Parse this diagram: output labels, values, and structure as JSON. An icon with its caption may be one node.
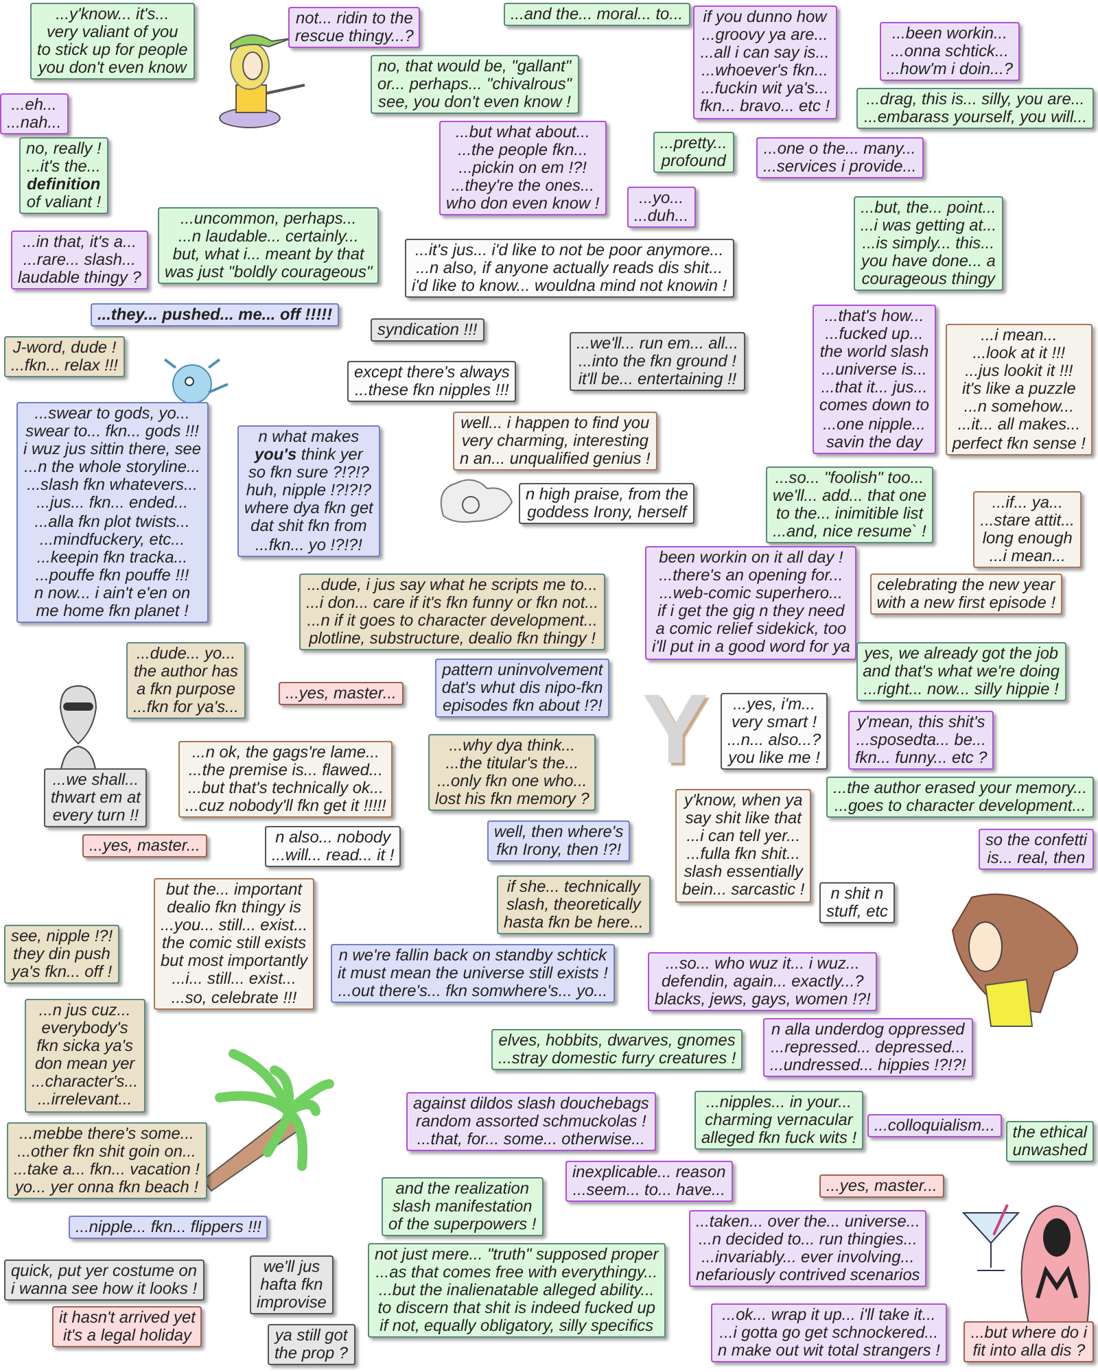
{
  "diagram": {
    "nodes": [
      {
        "text": [
          "...y'know... it's...",
          "very valiant of you",
          "to stick up for people",
          "you don't even know"
        ]
      },
      {
        "text": [
          "not... ridin to the",
          "rescue thingy...?"
        ]
      },
      {
        "text": [
          "...and the... moral... to..."
        ]
      },
      {
        "text": [
          "if you dunno how",
          "...groovy ya are...",
          "...all i can say is...",
          "...whoever's fkn...",
          "...fuckin wit ya's...",
          "fkn... bravo... etc !"
        ]
      },
      {
        "text": [
          "...been workin...",
          "...onna schtick...",
          "...how'm i doin...?"
        ]
      },
      {
        "text": [
          "no, that would be, \"gallant\"",
          "or... perhaps... \"chivalrous\"",
          "see, you don't even know !"
        ]
      },
      {
        "text": [
          "...eh...",
          "...nah..."
        ]
      },
      {
        "text": [
          "...drag, this is... silly, you are...",
          "...embarass yourself, you will..."
        ]
      },
      {
        "text": [
          "no, really !",
          "...it's the...",
          "definition",
          "of valiant !"
        ]
      },
      {
        "text": [
          "...but what about...",
          "...the people fkn...",
          "...pickin on em !?!",
          "...they're the ones...",
          "who don even know !"
        ]
      },
      {
        "text": [
          "...pretty...",
          "profound"
        ]
      },
      {
        "text": [
          "...one o the... many...",
          "...services i provide..."
        ]
      },
      {
        "text": [
          "...yo...",
          "...duh..."
        ]
      },
      {
        "text": [
          "...but, the... point...",
          "...i was getting at...",
          "...is simply... this...",
          "you have done... a",
          "courageous thingy"
        ]
      },
      {
        "text": [
          "...in that, it's a...",
          "...rare... slash...",
          "laudable thingy ?"
        ]
      },
      {
        "text": [
          "...uncommon, perhaps...",
          "...n laudable... certainly...",
          "but, what i... meant by that",
          "was just \"boldly courageous\""
        ]
      },
      {
        "text": [
          "...it's jus... i'd like to not be poor anymore...",
          "...n also, if anyone actually reads dis shit...",
          "i'd like to know... wouldna mind not knowin !"
        ]
      },
      {
        "text": [
          "...they... pushed... me... off !!!!!"
        ]
      },
      {
        "text": [
          "syndication !!!"
        ]
      },
      {
        "text": [
          "...we'll... run em... all...",
          "...into the fkn ground !",
          "it'll be... entertaining !!"
        ]
      },
      {
        "text": [
          "...that's how...",
          "...fucked up...",
          "the world slash",
          "...universe is...",
          "...that it... jus...",
          "comes down to",
          "...one nipple...",
          "savin the day"
        ]
      },
      {
        "text": [
          "...i mean...",
          "...look at it !!!",
          "...jus lookit it !!!",
          "it's like a puzzle",
          "...n somehow...",
          "...it... all makes...",
          "perfect fkn sense !"
        ]
      },
      {
        "text": [
          "J-word, dude !",
          "...fkn... relax !!!"
        ]
      },
      {
        "text": [
          "except there's always",
          "...these fkn nipples !!!"
        ]
      },
      {
        "text": [
          "...swear to gods, yo...",
          "swear to... fkn... gods !!!",
          "i wuz jus sittin there, see",
          "...n the whole storyline...",
          "...slash fkn whatevers...",
          "...jus... fkn... ended...",
          "...alla fkn plot twists...",
          "...mindfuckery, etc...",
          "...keepin fkn tracka...",
          "...pouffe fkn pouffe !!!",
          "n now... i ain't e'en on",
          "me home fkn planet !"
        ]
      },
      {
        "text": [
          "n what makes",
          "**you's** think yer",
          "so fkn sure ?!?!?",
          "huh, nipple !?!?!?",
          "where dya fkn get",
          "dat shit fkn from",
          "...fkn... yo !?!?!"
        ]
      },
      {
        "text": [
          "well... i happen to find you",
          "very charming, interesting",
          "n an... unqualified genius !"
        ]
      },
      {
        "text": [
          "n high praise, from the",
          "goddess Irony, herself"
        ]
      },
      {
        "text": [
          "...so... \"foolish\" too...",
          "we'll... add... that one",
          "to the... inimitible list",
          "...and, nice resume` !"
        ]
      },
      {
        "text": [
          "...if... ya...",
          "...stare attit...",
          "long enough",
          "...i mean..."
        ]
      },
      {
        "text": [
          "been workin on it all day !",
          "...there's an opening for...",
          "...web-comic superhero...",
          "if i get the gig n they need",
          "a comic relief sidekick, too",
          "i'll put in a good word for ya"
        ]
      },
      {
        "text": [
          "celebrating the new year",
          "with a new first episode !"
        ]
      },
      {
        "text": [
          "...dude, i jus say what he scripts me to...",
          "...i don... care if it's fkn funny or fkn not...",
          "...n if it goes to character development...",
          "plotline, substructure, dealio fkn thingy !"
        ]
      },
      {
        "text": [
          "yes, we already got the job",
          "and that's what we're doing",
          "...right... now... silly hippie !"
        ]
      },
      {
        "text": [
          "...dude... yo...",
          "the author has",
          "a fkn purpose",
          "...fkn for ya's..."
        ]
      },
      {
        "text": [
          "pattern uninvolvement",
          "dat's whut dis nipo-fkn",
          "episodes fkn about !?!"
        ]
      },
      {
        "text": [
          "...yes, master..."
        ]
      },
      {
        "text": [
          "...yes, i'm...",
          "very smart !",
          "...n... also...?",
          "you like me !"
        ]
      },
      {
        "text": [
          "y'mean, this shit's",
          "...sposedta... be...",
          "fkn... funny... etc ?"
        ]
      },
      {
        "text": [
          "...why dya think...",
          "...the titular's the...",
          "...only fkn one who...",
          "lost his fkn memory ?"
        ]
      },
      {
        "text": [
          "...n ok, the gags're lame...",
          "...the premise is... flawed...",
          "...but that's technically ok...",
          "...cuz nobody'll fkn get it !!!!!"
        ]
      },
      {
        "text": [
          "...we shall...",
          "thwart em at",
          "every turn !!"
        ]
      },
      {
        "text": [
          "...the author erased your memory...",
          "...goes to character development..."
        ]
      },
      {
        "text": [
          "y'know, when ya",
          "say shit like that",
          "...i can tell yer...",
          "...fulla fkn shit...",
          "slash essentially",
          "bein... sarcastic !"
        ]
      },
      {
        "text": [
          "n also... nobody",
          "...will... read... it !"
        ]
      },
      {
        "text": [
          "well, then where's",
          "fkn Irony, then !?!"
        ]
      },
      {
        "text": [
          "so the confetti",
          "is... real, then"
        ]
      },
      {
        "text": [
          "...yes, master..."
        ]
      },
      {
        "text": [
          "but the... important",
          "dealio fkn thingy is",
          "...you... still... exist...",
          "the comic still exists",
          "but most importantly",
          "...i... still... exist...",
          "...so, celebrate !!!"
        ]
      },
      {
        "text": [
          "if she... technically",
          "slash, theoretically",
          "hasta fkn be here..."
        ]
      },
      {
        "text": [
          "n shit n",
          "stuff, etc"
        ]
      },
      {
        "text": [
          "see, nipple !?!",
          "they din push",
          "ya's fkn... off !"
        ]
      },
      {
        "text": [
          "n we're fallin back on standby schtick",
          "it must mean the universe still exists !",
          "...out there's... fkn somwhere's... yo..."
        ]
      },
      {
        "text": [
          "...so... who wuz it... i wuz...",
          "defendin, again... exactly...?",
          "blacks, jews, gays, women !?!"
        ]
      },
      {
        "text": [
          "...n jus cuz...",
          "everybody's",
          "fkn sicka ya's",
          "don mean yer",
          "...character's...",
          "...irrelevant..."
        ]
      },
      {
        "text": [
          "elves, hobbits, dwarves, gnomes",
          "...stray domestic furry creatures !"
        ]
      },
      {
        "text": [
          "n alla underdog oppressed",
          "...repressed... depressed...",
          "...undressed... hippies !?!?!"
        ]
      },
      {
        "text": [
          "against dildos slash douchebags",
          "random assorted schmuckolas !",
          "...that, for... some... otherwise..."
        ]
      },
      {
        "text": [
          "...nipples... in your...",
          "charming vernacular",
          "alleged fkn fuck wits !"
        ]
      },
      {
        "text": [
          "...colloquialism..."
        ]
      },
      {
        "text": [
          "the ethical",
          "unwashed"
        ]
      },
      {
        "text": [
          "...mebbe there's some...",
          "...other fkn shit goin on...",
          "...take a... fkn... vacation !",
          "yo... yer onna fkn beach !"
        ]
      },
      {
        "text": [
          "inexplicable... reason",
          "...seem... to... have..."
        ]
      },
      {
        "text": [
          "and the realization",
          "slash manifestation",
          "of the superpowers !"
        ]
      },
      {
        "text": [
          "...yes, master..."
        ]
      },
      {
        "text": [
          "...nipple... fkn... flippers !!!"
        ]
      },
      {
        "text": [
          "...taken... over the... universe...",
          "...n decided to... run thingies...",
          "...invariably... ever involving...",
          "nefariously contrived scenarios"
        ]
      },
      {
        "text": [
          "not just mere... \"truth\" supposed proper",
          "...as that comes free with everythingy...",
          "...but the inalienatable alleged ability...",
          "to discern that shit is indeed fucked up",
          "if not, equally obligatory, silly specifics"
        ]
      },
      {
        "text": [
          "quick, put yer costume on",
          "i wanna see how it looks !"
        ]
      },
      {
        "text": [
          "we'll jus",
          "hafta fkn",
          "improvise"
        ]
      },
      {
        "text": [
          "it hasn't arrived yet",
          "it's a legal holiday"
        ]
      },
      {
        "text": [
          "ya still got",
          "the prop ?"
        ]
      },
      {
        "text": [
          "...ok... wrap it up... i'll take it...",
          "...i gotta go get schnockered...",
          "n make out wit total strangers !"
        ]
      },
      {
        "text": [
          "...but where do i",
          "fit into alla dis ?"
        ]
      }
    ],
    "labels": [
      "Y"
    ]
  }
}
